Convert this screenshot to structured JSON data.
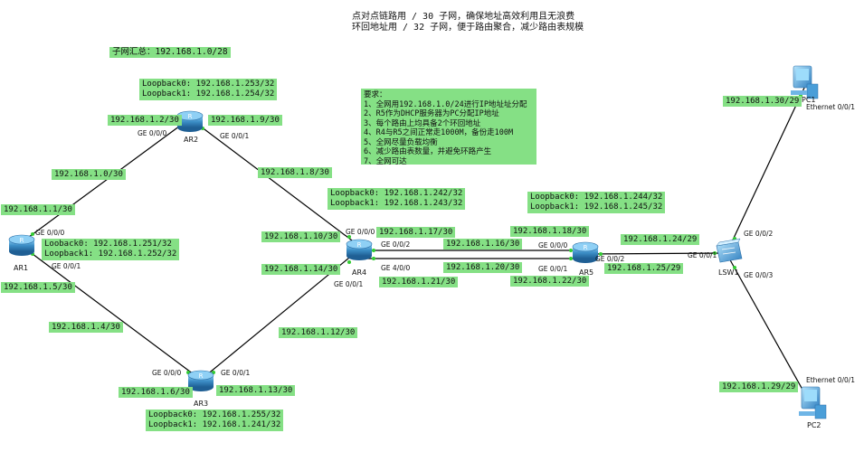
{
  "notes": {
    "line1": "点对点链路用 / 30 子网，确保地址高效利用且无浪费",
    "line2": "环回地址用 / 32 子网，便于路由聚合，减少路由表规模",
    "summary": "子网汇总：192.168.1.0/28"
  },
  "requirements": {
    "title": "要求：",
    "items": [
      "1、全网用192.168.1.0/24进行IP地址址分配",
      "2、R5作为DHCP服务器为PC分配IP地址",
      "3、每个路由上均具备2个环回地址",
      "4、R4与R5之间正常走1000M，备份走100M",
      "5、全网尽量负载均衡",
      "6、减少路由表数量，并避免环路产生",
      "7、全网可达"
    ]
  },
  "devices": {
    "ar1": "AR1",
    "ar2": "AR2",
    "ar3": "AR3",
    "ar4": "AR4",
    "ar5": "AR5",
    "lsw1": "LSW1",
    "pc1": "PC1",
    "pc2": "PC2"
  },
  "loopbacks": {
    "ar1": "Looback0: 192.168.1.251/32\nLoopback1: 192.168.1.252/32",
    "ar2": "Loopback0: 192.168.1.253/32\nLoopback1: 192.168.1.254/32",
    "ar3": "Loopback0: 192.168.1.255/32\nLoopback1: 192.168.1.241/32",
    "ar4": "Loopback0: 192.168.1.242/32\nLoopback1: 192.168.1.243/32",
    "ar5": "Loopback0: 192.168.1.244/32\nLoopback1: 192.168.1.245/32"
  },
  "addresses": {
    "ar2_g000": "192.168.1.2/30",
    "ar2_g001": "192.168.1.9/30",
    "net_ar1_ar2": "192.168.1.0/30",
    "net_ar2_ar4": "192.168.1.8/30",
    "ar1_g000": "192.168.1.1/30",
    "ar1_g001": "192.168.1.5/30",
    "net_ar1_ar3": "192.168.1.4/30",
    "ar3_g000": "192.168.1.6/30",
    "ar3_g001": "192.168.1.13/30",
    "net_ar3_ar4": "192.168.1.12/30",
    "ar4_g000": "192.168.1.10/30",
    "ar4_g001": "192.168.1.14/30",
    "ar4_g002": "192.168.1.17/30",
    "ar4_g400": "192.168.1.21/30",
    "net_ar4_ar5_a": "192.168.1.16/30",
    "net_ar4_ar5_b": "192.168.1.20/30",
    "ar5_g000": "192.168.1.18/30",
    "ar5_g001": "192.168.1.22/30",
    "net_ar5_lsw": "192.168.1.24/29",
    "ar5_g002": "192.168.1.25/29",
    "pc1": "192.168.1.30/29",
    "pc2": "192.168.1.29/29"
  },
  "interfaces": {
    "ar2_left": "GE 0/0/0",
    "ar2_right": "GE 0/0/1",
    "ar1_top": "GE 0/0/0",
    "ar1_bottom": "GE 0/0/1",
    "ar3_left": "GE 0/0/0",
    "ar3_right": "GE 0/0/1",
    "ar4_top": "GE 0/0/0",
    "ar4_right1": "GE 0/0/2",
    "ar4_right2": "GE 4/0/0",
    "ar4_bottom": "GE 0/0/1",
    "ar5_left1": "GE 0/0/0",
    "ar5_left2": "GE 0/0/1",
    "ar5_right": "GE 0/0/2",
    "lsw_left": "GE 0/0/1",
    "lsw_top": "GE 0/0/2",
    "lsw_bottom": "GE 0/0/3",
    "pc1_eth": "Ethernet 0/0/1",
    "pc2_eth": "Ethernet 0/0/1"
  },
  "colors": {
    "label_bg": "#85e085",
    "link": "#000000",
    "port_dot": "#33cc33",
    "router": "#3d8fc7",
    "switch": "#4a9ed8"
  }
}
